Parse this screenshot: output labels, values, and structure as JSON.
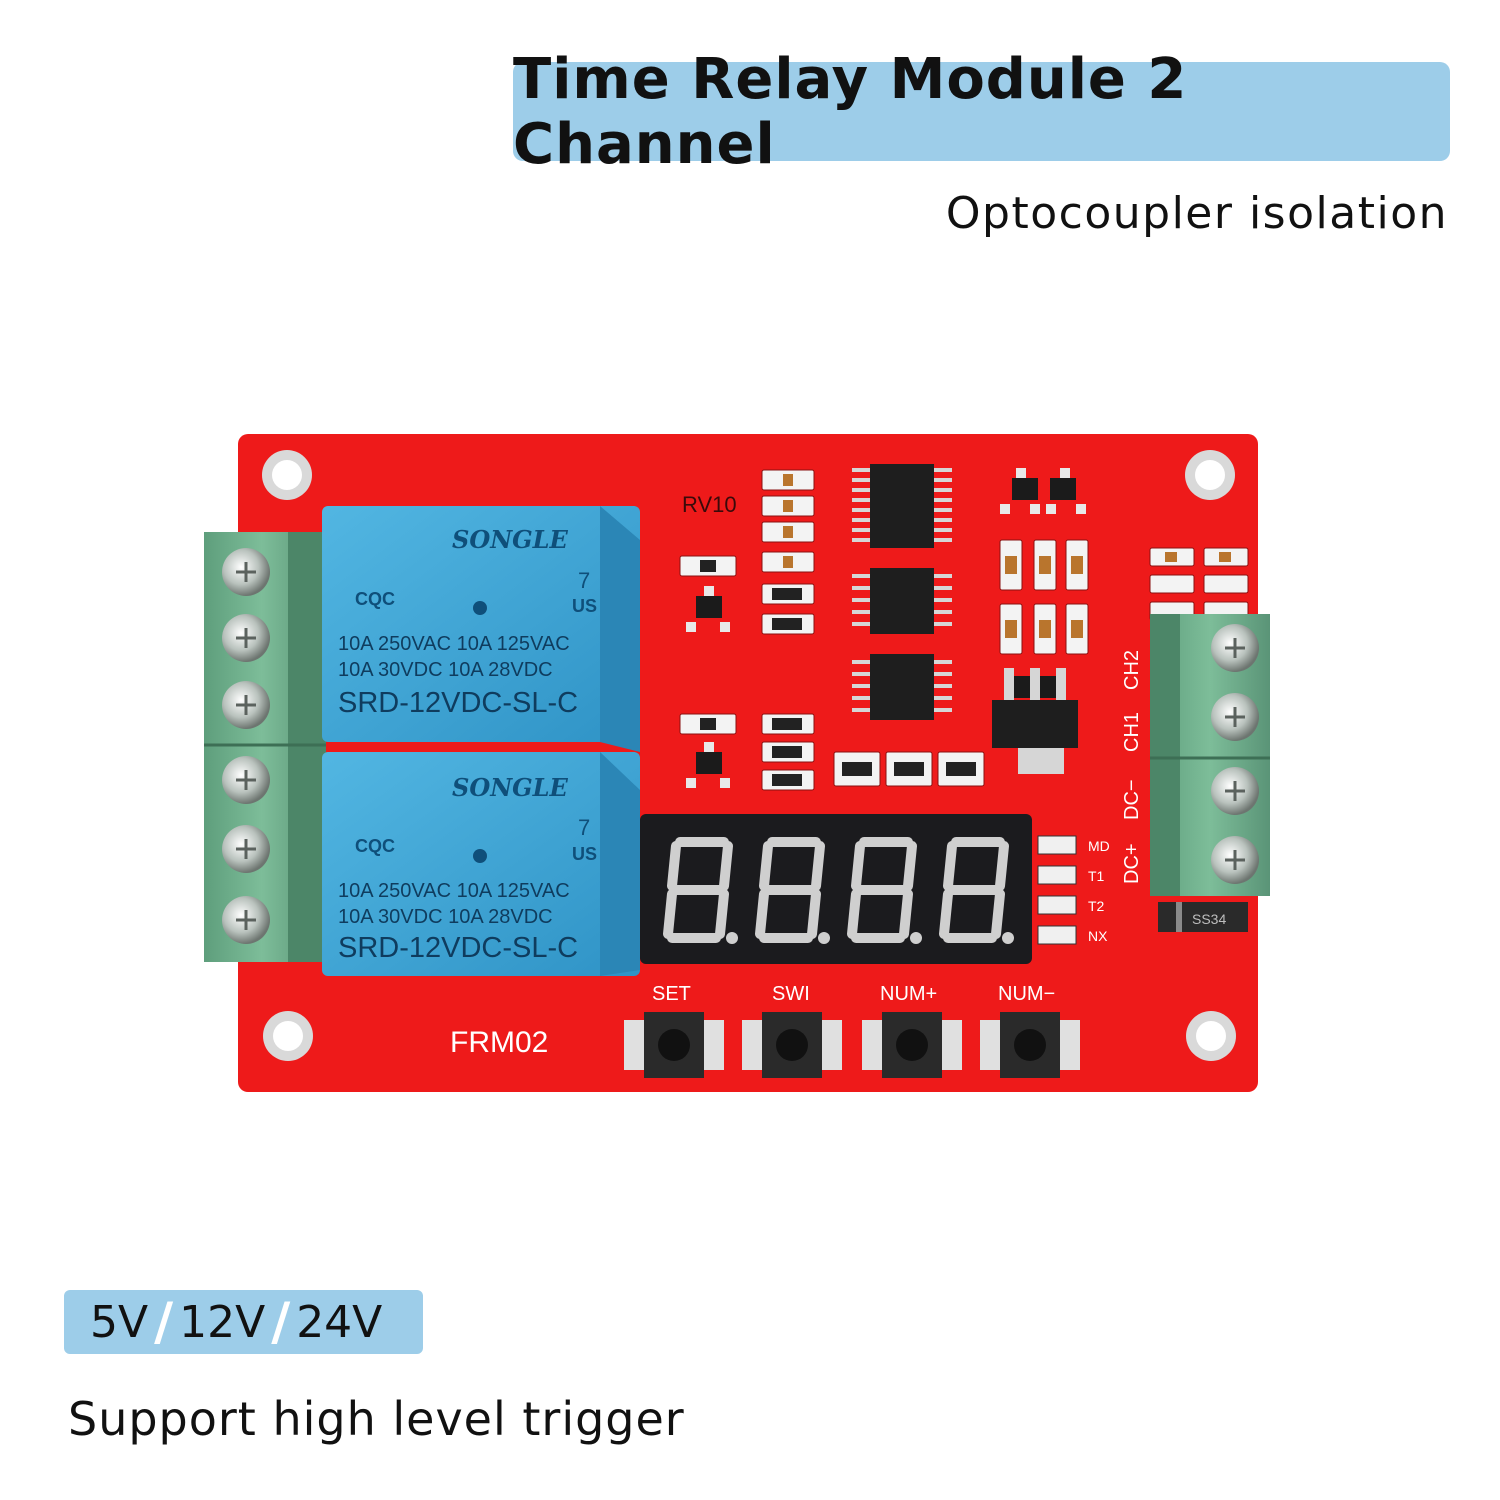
{
  "header": {
    "title": "Time Relay Module 2 Channel",
    "subtitle": "Optocoupler isolation"
  },
  "voltages": [
    "5V",
    "12V",
    "24V"
  ],
  "trigger_note": "Support high level trigger",
  "board": {
    "model": "FRM02",
    "potentiometer_label": "RV10",
    "relay": {
      "brand": "SONGLE",
      "cert": "CQC",
      "rating_line1": "10A 250VAC  10A 125VAC",
      "rating_line2": "10A  30VDC  10A  28VDC",
      "model": "SRD-12VDC-SL-C",
      "pin_mark": "7",
      "us_mark": "US"
    },
    "buttons": [
      "SET",
      "SWI",
      "NUM+",
      "NUM−"
    ],
    "indicators": [
      "MD",
      "T1",
      "T2",
      "NX"
    ],
    "terminals": [
      "CH2",
      "CH1",
      "DC−",
      "DC+"
    ],
    "diode_label": "SS34",
    "display_digits": "8.8.8.8.",
    "colors": {
      "pcb": "#ee1a1a",
      "relay": "#3ea6d6",
      "terminal": "#6fae8c",
      "display": "#1b1b1e",
      "label_box": "#9dcde9"
    }
  }
}
